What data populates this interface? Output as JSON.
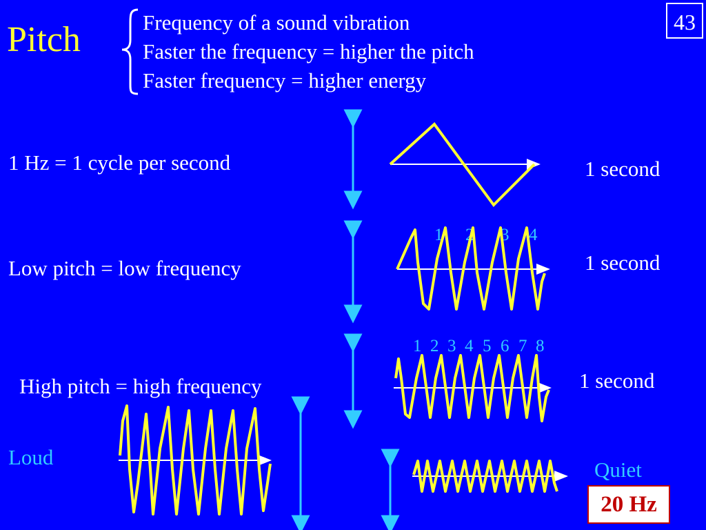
{
  "slide": {
    "title": "Pitch",
    "number": "43",
    "bullets": [
      "Frequency of a sound vibration",
      "Faster the frequency = higher the pitch",
      "Faster frequency = higher energy"
    ]
  },
  "rows": [
    {
      "label": "1 Hz = 1 cycle per second",
      "duration": "1 second",
      "cycle_labels": []
    },
    {
      "label": "Low pitch = low frequency",
      "duration": "1 second",
      "cycle_labels": [
        "1",
        "2",
        "3",
        "4"
      ]
    },
    {
      "label": "High pitch = high frequency",
      "duration": "1 second",
      "cycle_labels": [
        "1",
        "2",
        "3",
        "4",
        "5",
        "6",
        "7",
        "8"
      ]
    }
  ],
  "loudness": {
    "loud_label": "Loud",
    "quiet_label": "Quiet",
    "frequency_badge": "20 Hz"
  },
  "colors": {
    "background": "#0000ff",
    "wave": "#ffff33",
    "arrows": "#33ccff",
    "text": "#ffffff",
    "badge_text": "#c00000"
  }
}
